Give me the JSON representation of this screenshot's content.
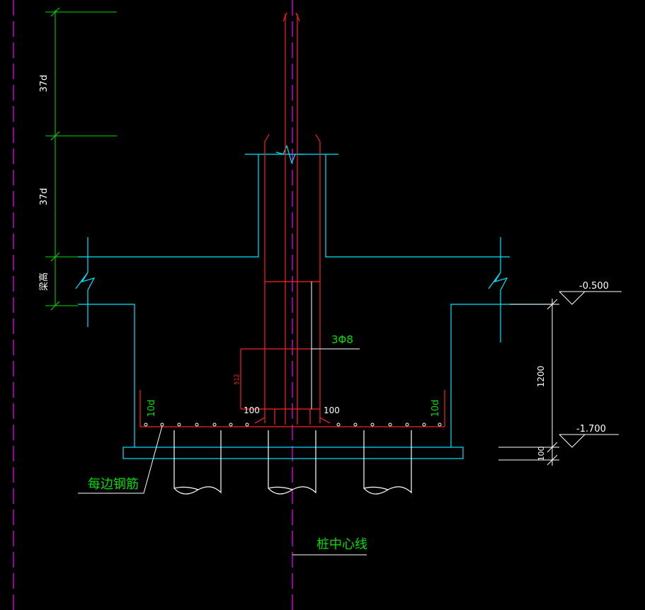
{
  "drawing": {
    "dims_left": {
      "upper": "37d",
      "middle": "37d",
      "beam": "梁高"
    },
    "rebar_callout": "3Φ8",
    "spacing_dim": "512",
    "extension_left": "100",
    "extension_right": "100",
    "hook_left": "10d",
    "hook_right": "10d",
    "each_side_bars": "每边钢筋",
    "pile_center_line": "桩中心线",
    "elevation_top": "-0.500",
    "elevation_bottom": "-1.700",
    "depth_dim": "1200",
    "cushion_dim": "100"
  },
  "colors": {
    "background": "#000000",
    "concrete_outline": "#00e5ff",
    "rebar": "#ff2020",
    "dimension": "#00dd00",
    "text_green": "#00dd00",
    "white": "#ffffff",
    "axis": "#ff00ff",
    "text_white": "#ffffff"
  }
}
